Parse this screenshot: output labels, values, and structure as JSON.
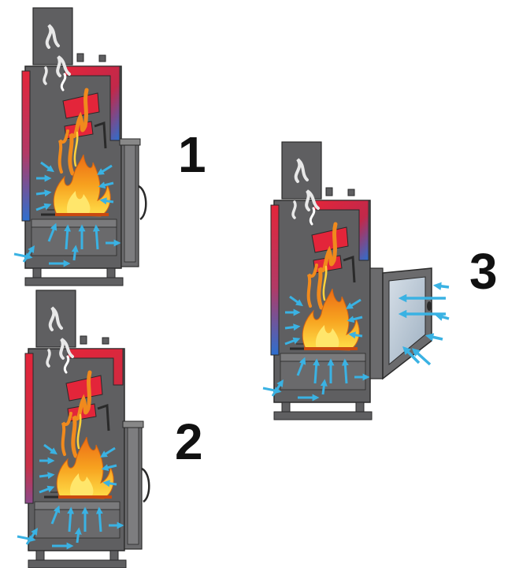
{
  "labels": {
    "stove_1": "1",
    "stove_2": "2",
    "stove_3": "3"
  },
  "colors": {
    "body": "#5f5f61",
    "body_dark": "#4b4b4d",
    "outline": "#2a2a2a",
    "hot_red": "#e3253a",
    "cool_blue": "#2d6fcf",
    "air_arrow": "#3ab2e3",
    "smoke": "#e8e8e8",
    "flame_outer": "#f08a1d",
    "flame_inner": "#ffd23b",
    "glass": "#b9c8d6"
  },
  "icons": [
    "air-arrow-icon",
    "flame-icon",
    "smoke-icon",
    "heat-panel-icon"
  ]
}
